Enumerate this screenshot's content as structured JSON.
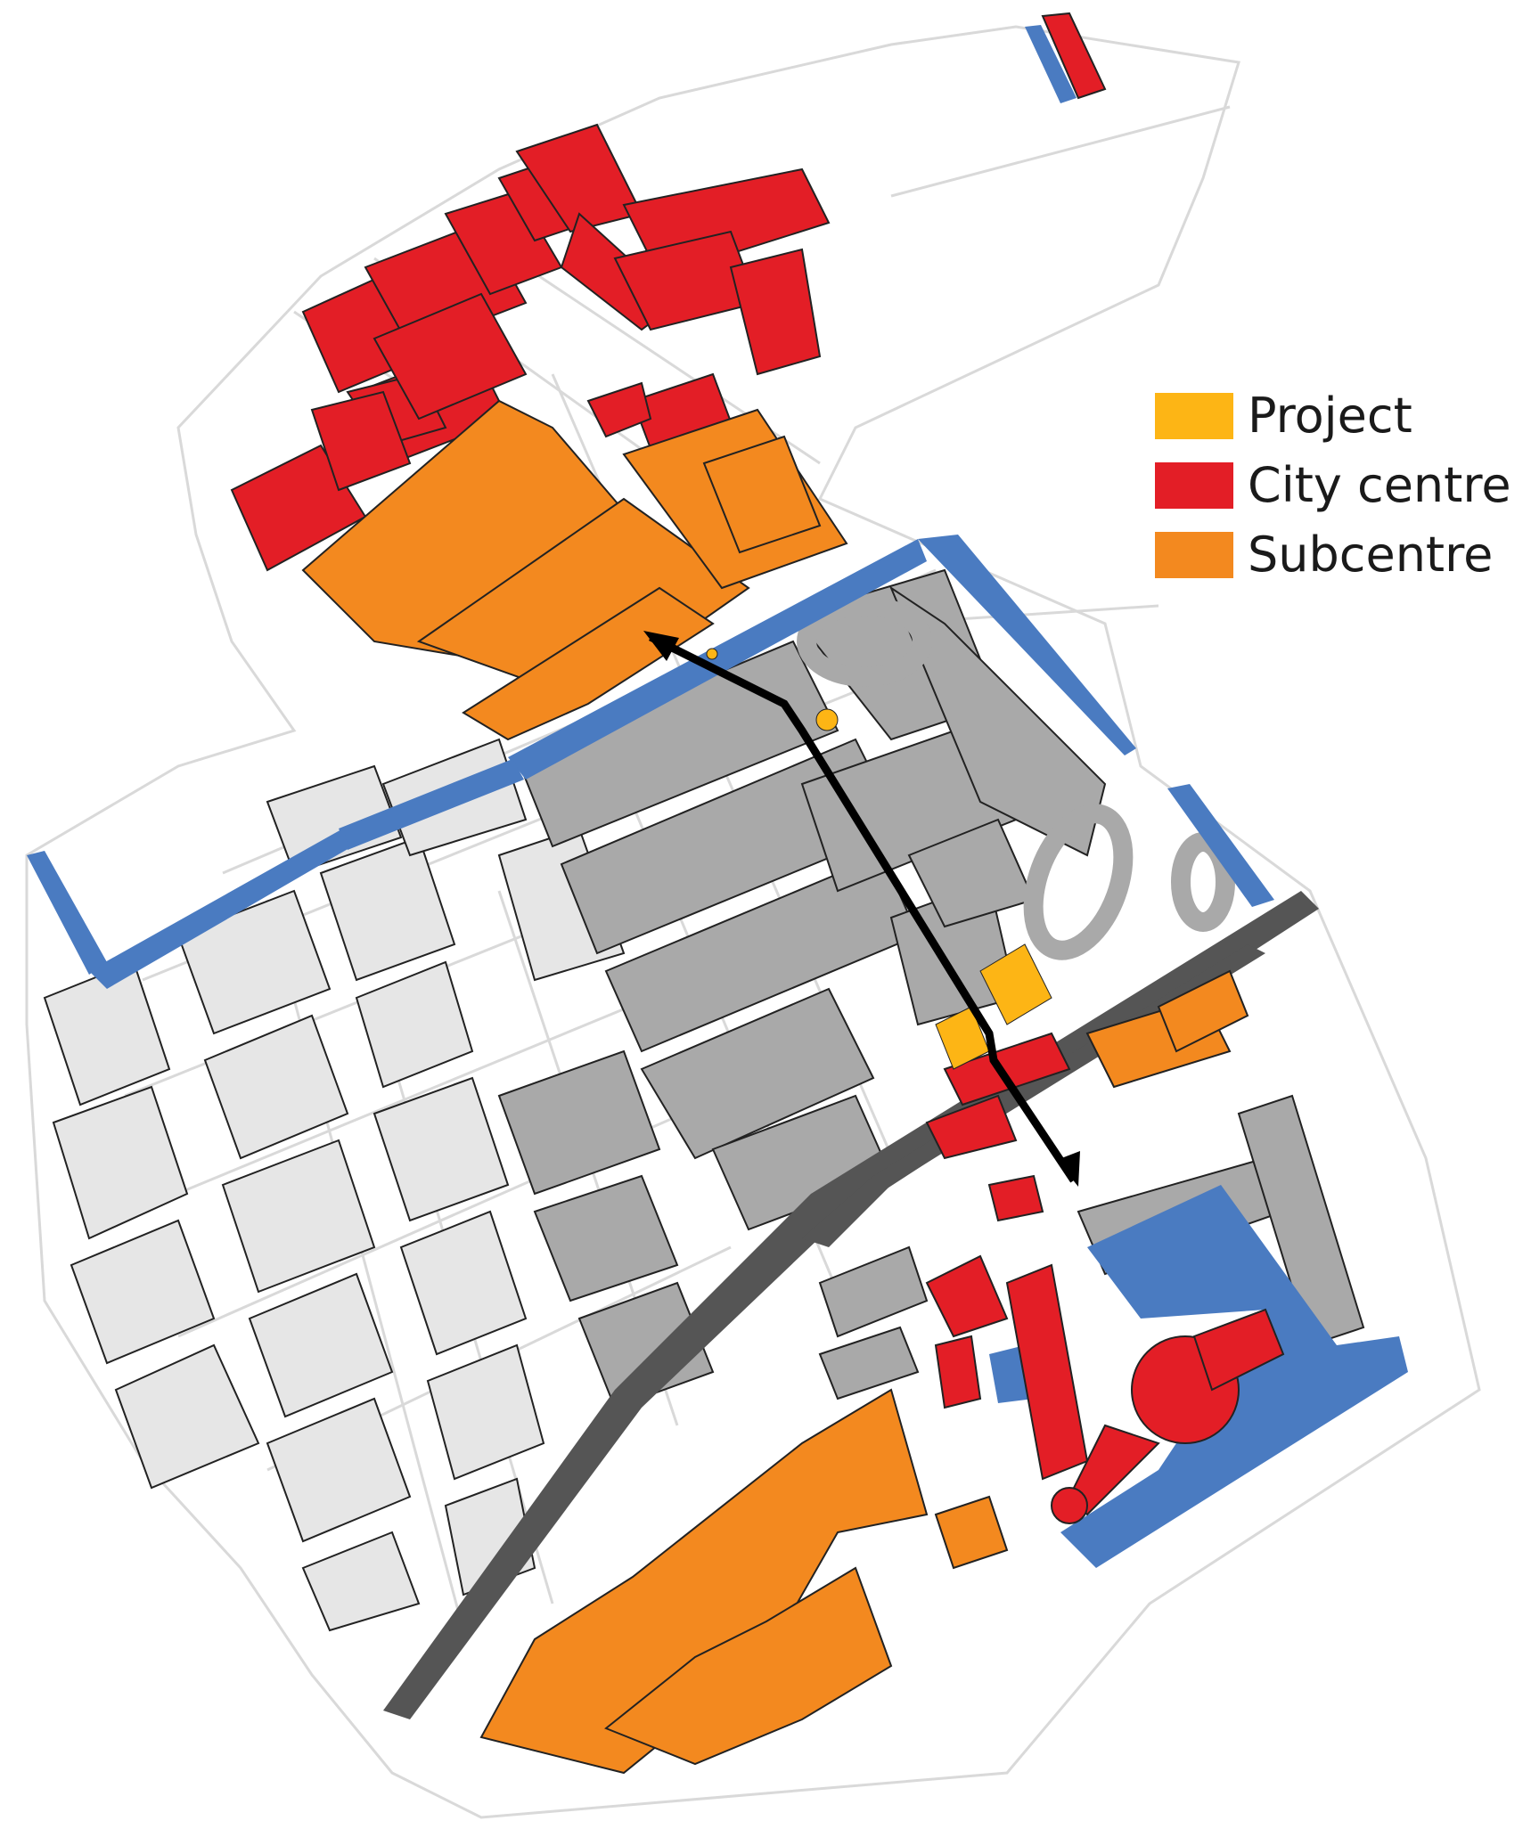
{
  "colors": {
    "project": "#FDB515",
    "city_centre": "#E31E26",
    "subcentre": "#F3891F",
    "water": "#4A7BC1",
    "building_dark": "#A9A9A9",
    "building_light": "#E6E6E6",
    "railway": "#555555",
    "street": "#D9D9D9",
    "route_arrow": "#000000"
  },
  "legend": {
    "items": [
      {
        "key": "project",
        "label": "Project",
        "color": "#FDB515"
      },
      {
        "key": "city_centre",
        "label": "City centre",
        "color": "#E31E26"
      },
      {
        "key": "subcentre",
        "label": "Subcentre",
        "color": "#F3891F"
      }
    ]
  },
  "map": {
    "route": {
      "description_icon": "double-headed-arrow"
    }
  }
}
